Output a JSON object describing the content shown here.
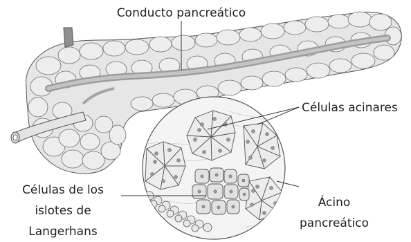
{
  "labels": {
    "conducto": "Conducto pancreático",
    "acinares": "Células acinares",
    "islotes_line1": "Células de los",
    "islotes_line2": "islotes de",
    "islotes_line3": "Langerhans",
    "acino_line1": "Ácino",
    "acino_line2": "pancreático"
  },
  "colors": {
    "tissue": "#e9e9e9",
    "tissue_shadow": "#cfcfcf",
    "duct": "#b9b9b9",
    "outline": "#555555"
  }
}
